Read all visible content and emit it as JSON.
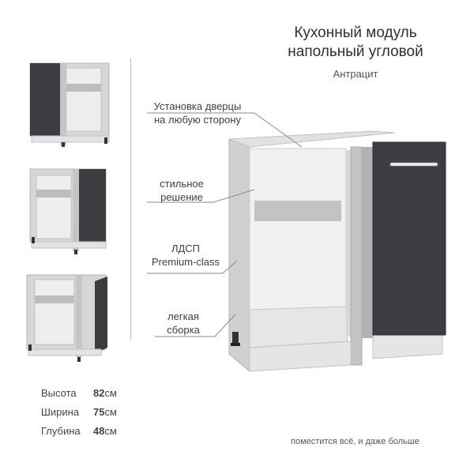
{
  "header": {
    "title_line1": "Кухонный модуль",
    "title_line2": "напольный угловой",
    "color_name": "Антрацит"
  },
  "features": [
    {
      "line1": "Установка дверцы",
      "line2": "на любую сторону"
    },
    {
      "line1": "стильное",
      "line2": "решение"
    },
    {
      "line1": "ЛДСП",
      "line2": "Premium-class"
    },
    {
      "line1": "легкая",
      "line2": "сборка"
    }
  ],
  "dimensions": [
    {
      "label": "Высота",
      "value": "82",
      "unit": "см"
    },
    {
      "label": "Ширина",
      "value": "75",
      "unit": "см"
    },
    {
      "label": "Глубина",
      "value": "48",
      "unit": "см"
    }
  ],
  "tagline": "поместится всё, и даже больше",
  "colors": {
    "carcass": "#c9cacc",
    "carcass_dark": "#a9abae",
    "door": "#3b3d40",
    "line": "#8a8a8a"
  }
}
